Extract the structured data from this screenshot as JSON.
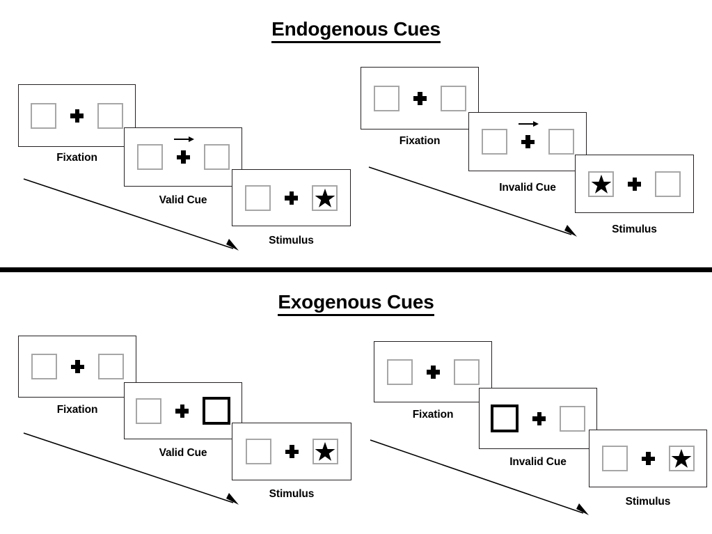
{
  "sections": [
    {
      "id": "endogenous",
      "title": "Endogenous Cues",
      "groups": [
        {
          "id": "endogenous-valid",
          "panels": [
            {
              "id": "fixation",
              "label": "Fixation",
              "left_box": "empty",
              "right_box": "empty",
              "cue_arrow": "none",
              "cross": "plus"
            },
            {
              "id": "valid-cue",
              "label": "Valid Cue",
              "left_box": "empty",
              "right_box": "empty",
              "cue_arrow": "arrow-right",
              "cross": "plus"
            },
            {
              "id": "stimulus",
              "label": "Stimulus",
              "left_box": "empty",
              "right_box": "star",
              "cue_arrow": "none",
              "cross": "plus"
            }
          ]
        },
        {
          "id": "endogenous-invalid",
          "panels": [
            {
              "id": "fixation",
              "label": "Fixation",
              "left_box": "empty",
              "right_box": "empty",
              "cue_arrow": "none",
              "cross": "plus"
            },
            {
              "id": "invalid-cue",
              "label": "Invalid Cue",
              "left_box": "empty",
              "right_box": "empty",
              "cue_arrow": "arrow-right",
              "cross": "plus"
            },
            {
              "id": "stimulus",
              "label": "Stimulus",
              "left_box": "star",
              "right_box": "empty",
              "cue_arrow": "none",
              "cross": "plus"
            }
          ]
        }
      ]
    },
    {
      "id": "exogenous",
      "title": "Exogenous Cues",
      "groups": [
        {
          "id": "exogenous-valid",
          "panels": [
            {
              "id": "fixation",
              "label": "Fixation",
              "left_box": "empty",
              "right_box": "empty",
              "cue_arrow": "none",
              "cross": "plus"
            },
            {
              "id": "valid-cue",
              "label": "Valid Cue",
              "left_box": "empty",
              "right_box": "highlight",
              "cue_arrow": "none",
              "cross": "plus"
            },
            {
              "id": "stimulus",
              "label": "Stimulus",
              "left_box": "empty",
              "right_box": "star",
              "cue_arrow": "none",
              "cross": "plus"
            }
          ]
        },
        {
          "id": "exogenous-invalid",
          "panels": [
            {
              "id": "fixation",
              "label": "Fixation",
              "left_box": "empty",
              "right_box": "empty",
              "cue_arrow": "none",
              "cross": "plus"
            },
            {
              "id": "invalid-cue",
              "label": "Invalid Cue",
              "left_box": "highlight",
              "right_box": "empty",
              "cue_arrow": "none",
              "cross": "plus"
            },
            {
              "id": "stimulus",
              "label": "Stimulus",
              "left_box": "empty",
              "right_box": "star",
              "cue_arrow": "none",
              "cross": "plus"
            }
          ]
        }
      ]
    }
  ],
  "icons": {
    "cross": "plus-icon",
    "star": "star-icon",
    "cue_arrow": "arrow-right-icon",
    "flow_arrow": "diagonal-arrow-icon"
  },
  "colors": {
    "ink": "#000000",
    "box_border": "#a6a6a6",
    "panel_border": "#231f20",
    "background": "#ffffff"
  }
}
